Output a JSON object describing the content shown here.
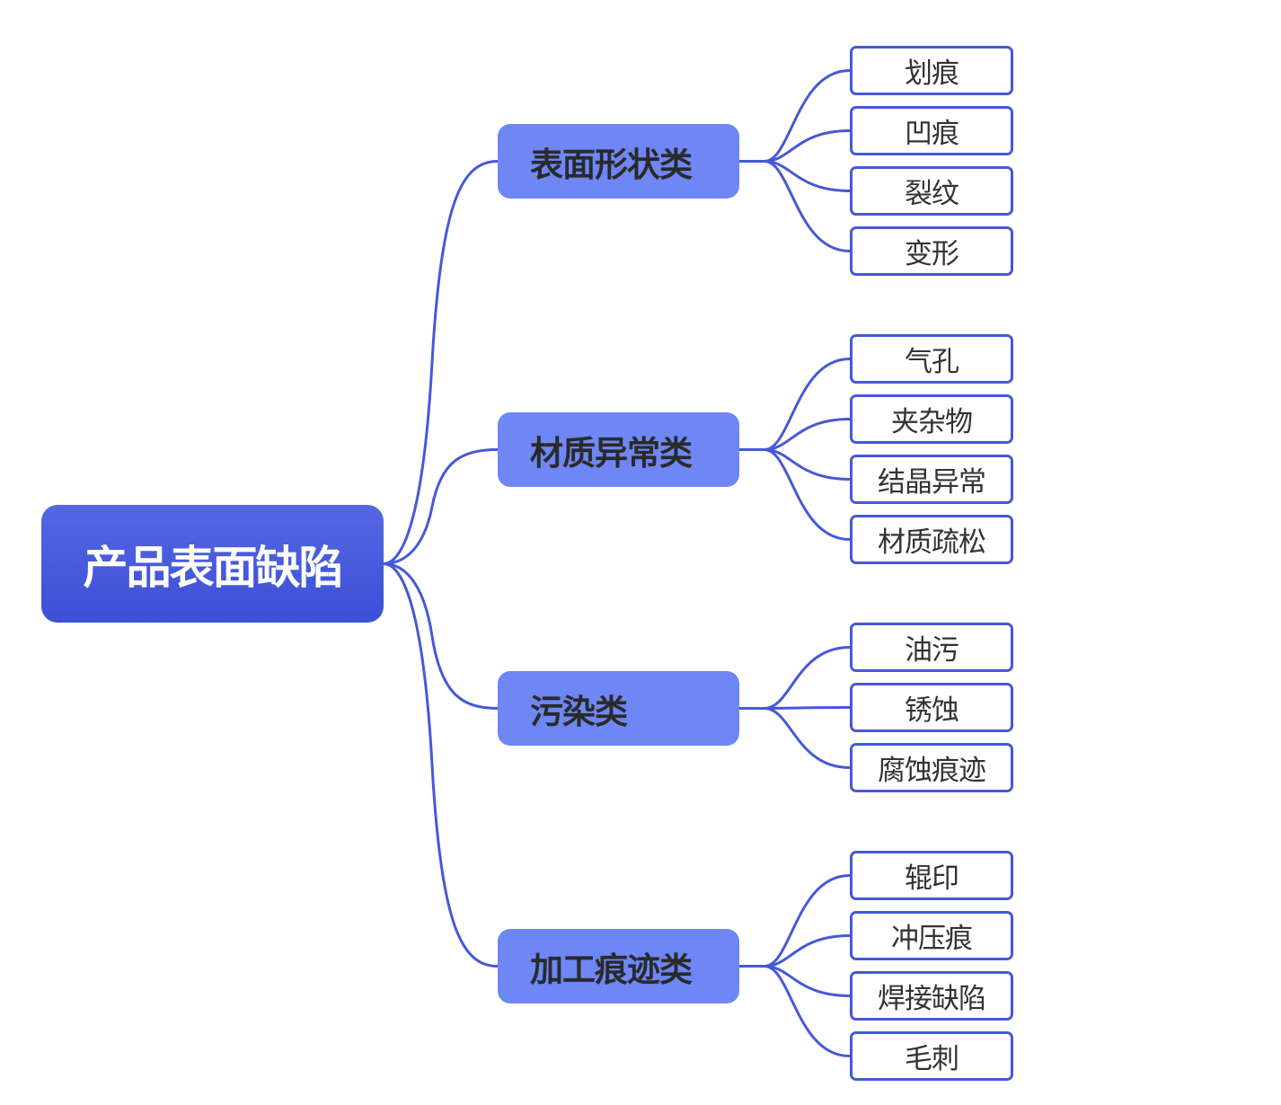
{
  "colors": {
    "root_fill": "#4a5cde",
    "branch_fill": "#6e87f4",
    "leaf_border": "#4559d6",
    "connector": "#4559d6",
    "root_text": "#ffffff",
    "branch_text": "#2a2a2a",
    "leaf_text": "#333333"
  },
  "root": {
    "label": "产品表面缺陷"
  },
  "branches": [
    {
      "label": "表面形状类",
      "children": [
        "划痕",
        "凹痕",
        "裂纹",
        "变形"
      ]
    },
    {
      "label": "材质异常类",
      "children": [
        "气孔",
        "夹杂物",
        "结晶异常",
        "材质疏松"
      ]
    },
    {
      "label": "污染类",
      "children": [
        "油污",
        "锈蚀",
        "腐蚀痕迹"
      ]
    },
    {
      "label": "加工痕迹类",
      "children": [
        "辊印",
        "冲压痕",
        "焊接缺陷",
        "毛刺"
      ]
    }
  ]
}
